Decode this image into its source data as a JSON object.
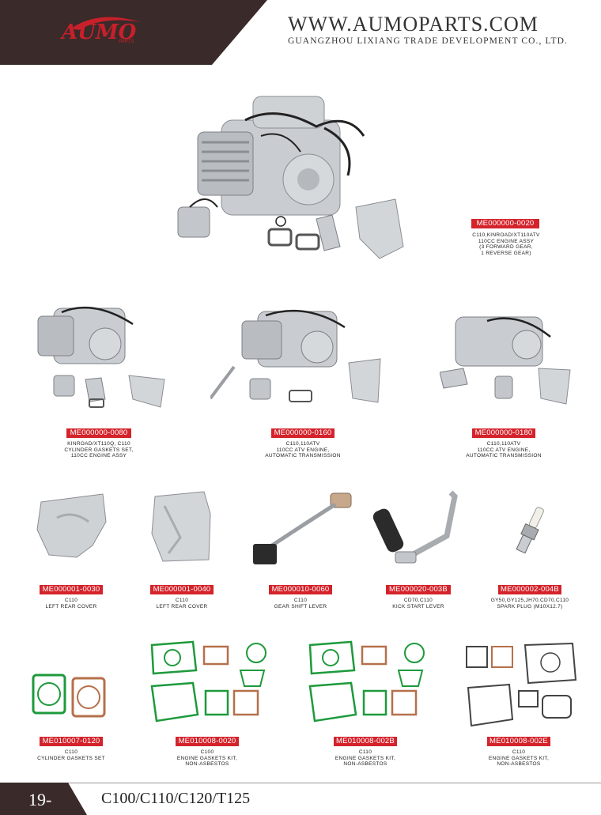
{
  "header": {
    "logo_text": "AUMO",
    "logo_sub": "PARTS",
    "site_url": "WWW.AUMOPARTS.COM",
    "company": "GUANGZHOU LIXIANG TRADE DEVELOPMENT CO., LTD."
  },
  "products": [
    {
      "code": "ME000000-0020",
      "lines": [
        "C110,KINROAD/XT110ATV",
        "110CC ENGINE ASSY",
        "(3 FORWARD GEAR,",
        "1 REVERSE GEAR)"
      ]
    },
    {
      "code": "ME000000-0080",
      "lines": [
        "KINROAD/XT110Q, C110",
        "CYLINDER GASKETS SET,",
        "110CC ENGINE ASSY"
      ]
    },
    {
      "code": "ME000000-0160",
      "lines": [
        "C110,110ATV",
        "110CC ATV ENGINE,",
        "AUTOMATIC TRANSMISSION"
      ]
    },
    {
      "code": "ME000000-0180",
      "lines": [
        "C110,110ATV",
        "110CC ATV ENGINE,",
        "AUTOMATIC TRANSMISSION"
      ]
    },
    {
      "code": "ME000001-0030",
      "lines": [
        "C110",
        "LEFT REAR COVER"
      ]
    },
    {
      "code": "ME000001-0040",
      "lines": [
        "C110",
        "LEFT REAR COVER"
      ]
    },
    {
      "code": "ME000010-0060",
      "lines": [
        "C110",
        "GEAR SHIFT LEVER"
      ]
    },
    {
      "code": "ME000020-003B",
      "lines": [
        "CD70,C110",
        "KICK START LEVER"
      ]
    },
    {
      "code": "ME000002-004B",
      "lines": [
        "GY50,GY125,JH70,CD70,C110",
        "SPARK PLUG (M10X12.7)"
      ]
    },
    {
      "code": "ME010007-0120",
      "lines": [
        "C110",
        "CYLINDER GASKETS SET"
      ]
    },
    {
      "code": "ME010008-0020",
      "lines": [
        "C100",
        "ENGINE GASKETS KIT,",
        "NON-ASBESTOS"
      ]
    },
    {
      "code": "ME010008-002B",
      "lines": [
        "C110",
        "ENGINE GASKETS KIT,",
        "NON-ASBESTOS"
      ]
    },
    {
      "code": "ME010008-002E",
      "lines": [
        "C110",
        "ENGINE GASKETS KIT,",
        "NON-ASBESTOS"
      ]
    }
  ],
  "footer": {
    "page_number": "19-",
    "series": "C100/C110/C120/T125"
  },
  "colors": {
    "brand_red": "#d4232b",
    "header_dark": "#3a2a2a",
    "gasket_green": "#1e9a3c",
    "gasket_copper": "#b5704a",
    "metal": "#c9ccd0"
  }
}
